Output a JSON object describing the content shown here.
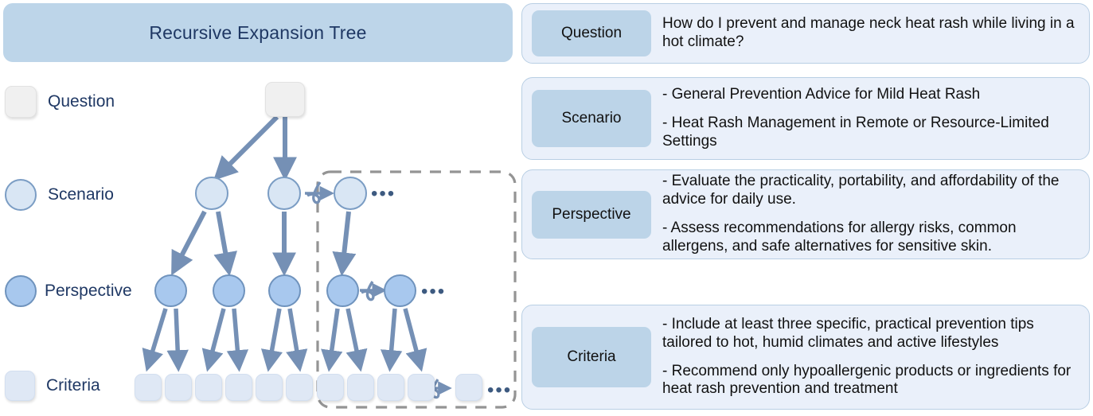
{
  "left_panel": {
    "title": "Recursive Expansion Tree",
    "legend": [
      {
        "key": "question",
        "label": "Question",
        "shape": "rounded-square",
        "fill": "#f0f0f0",
        "stroke": "#e2e2e2"
      },
      {
        "key": "scenario",
        "label": "Scenario",
        "shape": "circle",
        "fill": "#d9e6f4",
        "stroke": "#7b9dc4"
      },
      {
        "key": "perspective",
        "label": "Perspective",
        "shape": "circle",
        "fill": "#a8c8ee",
        "stroke": "#6f93bd"
      },
      {
        "key": "criteria",
        "label": "Criteria",
        "shape": "rounded-square",
        "fill": "#dfe8f5",
        "stroke": "#d3dff0"
      }
    ],
    "ellipsis": "•••",
    "tree": {
      "levels": [
        "Question",
        "Scenario",
        "Perspective",
        "Criteria"
      ],
      "node_counts": {
        "question": 1,
        "scenario": 3,
        "perspective": 5,
        "criteria": 11
      },
      "expansion_region_label": "recursive expansion region (dashed)"
    },
    "colors": {
      "title_bar": "#bdd5e9",
      "title_text": "#1f3864",
      "arrow": "#7590b5",
      "dashed_box": "#949494"
    }
  },
  "right_panel": {
    "cards": [
      {
        "chip": "Question",
        "lines": [
          "How do I prevent and manage neck heat rash while living in a hot climate?"
        ]
      },
      {
        "chip": "Scenario",
        "lines": [
          "- General Prevention Advice for Mild Heat Rash",
          "- Heat Rash Management in Remote or Resource-Limited Settings"
        ]
      },
      {
        "chip": "Perspective",
        "lines": [
          "- Evaluate the practicality, portability, and affordability of the advice for daily use.",
          "- Assess recommendations for allergy risks, common allergens, and safe alternatives for sensitive skin."
        ]
      },
      {
        "chip": "Criteria",
        "lines": [
          "- Include at least three specific, practical prevention tips tailored to hot, humid climates and active lifestyles",
          "- Recommend only hypoallergenic products or ingredients for heat rash prevention and treatment"
        ]
      }
    ],
    "colors": {
      "card_bg": "#eaf0fa",
      "card_border": "#b9cfe4",
      "chip_bg": "#bcd4e8",
      "text": "#111111"
    }
  }
}
